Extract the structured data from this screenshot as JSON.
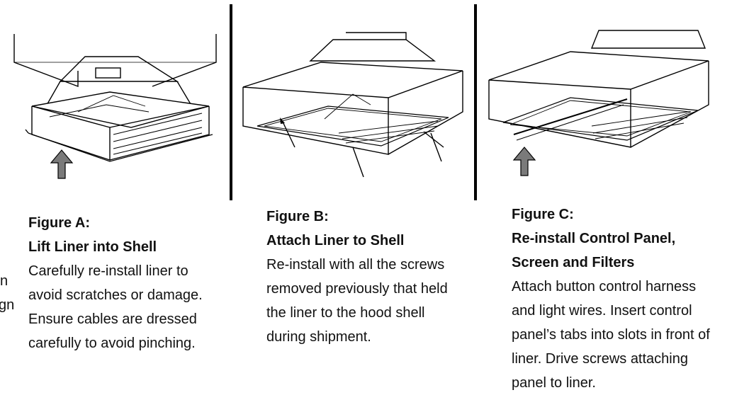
{
  "left_cutoff": [
    "n",
    "gn"
  ],
  "figures": [
    {
      "label": "Figure A:",
      "title_lines": [
        "Lift Liner into Shell"
      ],
      "body_lines": [
        "Carefully re-install liner to",
        "avoid scratches or damage.",
        "Ensure cables are dressed",
        "carefully to avoid pinching."
      ]
    },
    {
      "label": "Figure B:",
      "title_lines": [
        "Attach Liner to Shell"
      ],
      "body_lines": [
        "Re-install with all the screws",
        "removed previously that held",
        "the liner to the hood shell",
        "during shipment."
      ]
    },
    {
      "label": "Figure C:",
      "title_lines": [
        "Re-install Control Panel,",
        "Screen and Filters"
      ],
      "body_lines": [
        "Attach button control harness",
        "and light wires.  Insert control",
        "panel’s tabs into slots in front of",
        "liner.  Drive screws attaching",
        "panel to liner."
      ]
    }
  ],
  "colors": {
    "arrow_fill": "#7a7a7a",
    "line": "#000000",
    "divider": "#000000"
  }
}
